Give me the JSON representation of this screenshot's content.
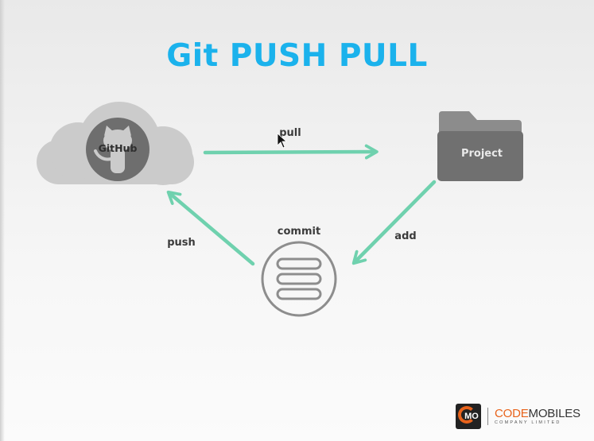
{
  "title": "Git PUSH PULL",
  "nodes": {
    "github": "GitHub",
    "project": "Project",
    "commit": "commit"
  },
  "edges": {
    "pull": "pull",
    "add": "add",
    "push": "push"
  },
  "colors": {
    "title": "#1bb2ec",
    "arrow": "#6fd1ae",
    "node_gray": "#c8c8c8",
    "folder_dark": "#6f6f6f",
    "label": "#3b3b3b",
    "logo_accent": "#e8631c"
  },
  "logo": {
    "mark": "MO",
    "name_part1": "CODE",
    "name_part2": "MOBILES",
    "tagline": "COMPANY LIMITED"
  }
}
